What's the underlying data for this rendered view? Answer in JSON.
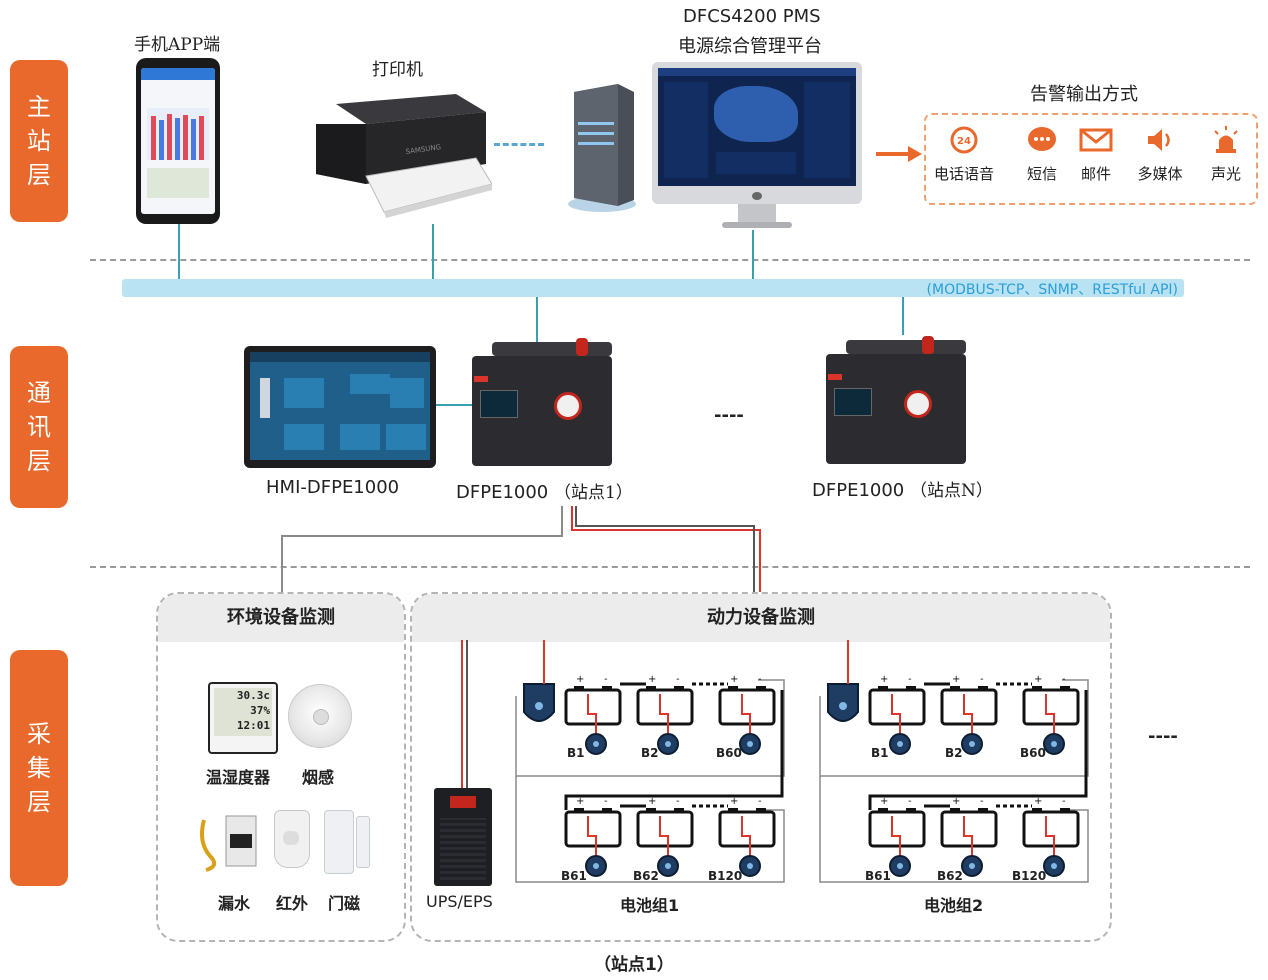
{
  "layers": {
    "master": [
      "主",
      "站",
      "层"
    ],
    "comm": [
      "通",
      "讯",
      "层"
    ],
    "collect": [
      "采",
      "集",
      "层"
    ]
  },
  "master": {
    "phone_label": "手机APP端",
    "printer_label": "打印机",
    "platform_line1": "DFCS4200 PMS",
    "platform_line2": "电源综合管理平台",
    "alarm_title": "告警输出方式",
    "alarm_items": [
      {
        "label": "电话语音",
        "icon": "phone-24-icon"
      },
      {
        "label": "短信",
        "icon": "sms-icon"
      },
      {
        "label": "邮件",
        "icon": "mail-icon"
      },
      {
        "label": "多媒体",
        "icon": "speaker-icon"
      },
      {
        "label": "声光",
        "icon": "siren-icon"
      }
    ]
  },
  "bus": {
    "protocols": "(MODBUS-TCP、SNMP、RESTful API)"
  },
  "comm": {
    "hmi_label": "HMI-DFPE1000",
    "site1_device": "DFPE1000",
    "site1_suffix": "（站点1）",
    "ellipsis": "----",
    "siteN_device": "DFPE1000",
    "siteN_suffix": "（站点N）"
  },
  "collect": {
    "env_title": "环境设备监测",
    "env_items": [
      "温湿度器",
      "烟感",
      "漏水",
      "红外",
      "门磁"
    ],
    "thermo_temp": "30.3c",
    "thermo_hum": "37%",
    "thermo_time": "12:01",
    "power_title": "动力设备监测",
    "ups_label": "UPS/EPS",
    "group1_label": "电池组1",
    "group2_label": "电池组2",
    "battery_top": [
      "B1",
      "B2",
      "B60"
    ],
    "battery_bottom": [
      "B61",
      "B62",
      "B120"
    ],
    "right_ellipsis": "----",
    "site_caption": "（站点1）"
  },
  "colors": {
    "layer_tab": "#e8692b",
    "bus": "#b9e2f2",
    "bus_text": "#2a9fd8",
    "alarm_icon": "#e8692b",
    "wire_red": "#d9352a"
  }
}
